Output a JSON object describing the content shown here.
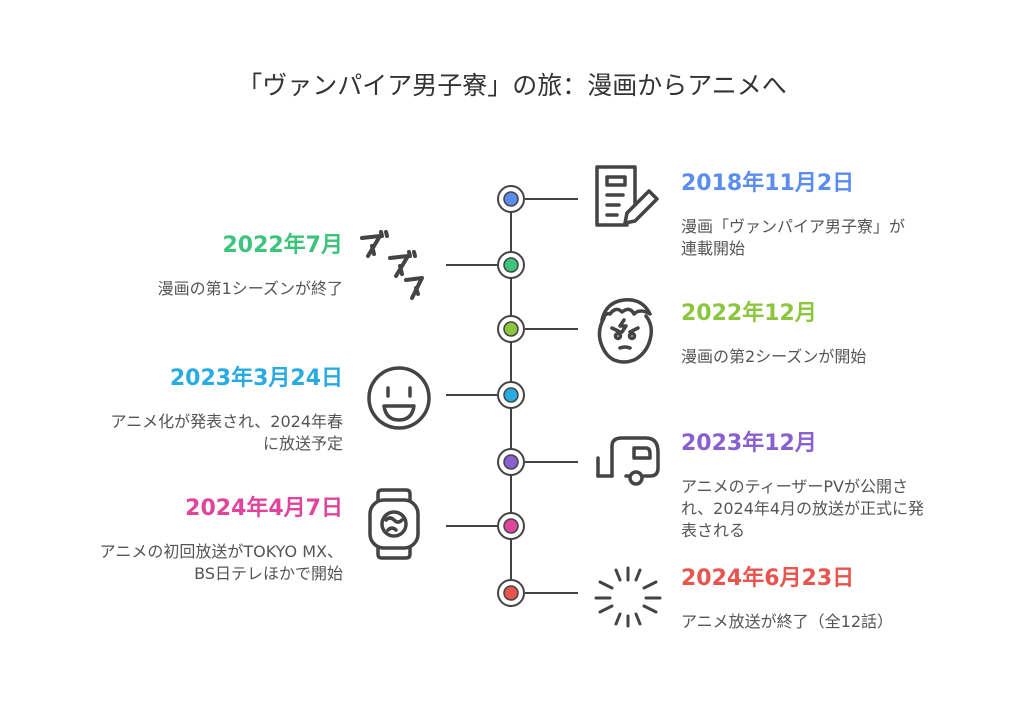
{
  "title": "「ヴァンパイア男子寮」の旅：漫画からアニメへ",
  "colors": {
    "line": "#444444",
    "node_ring": "#444444",
    "icon": "#444444"
  },
  "events": [
    {
      "date": "2018年11月2日",
      "text": "漫画「ヴァンパイア男子寮」が\n連載開始",
      "color": "#5b8def",
      "side": "right",
      "icon": "document-pencil-icon"
    },
    {
      "date": "2022年7月",
      "text": "漫画の第1シーズンが終了",
      "color": "#3cc47c",
      "side": "left",
      "icon": "dododo-sound-effect-icon"
    },
    {
      "date": "2022年12月",
      "text": "漫画の第2シーズンが開始",
      "color": "#8cc63f",
      "side": "right",
      "icon": "anime-face-icon"
    },
    {
      "date": "2023年3月24日",
      "text": "アニメ化が発表され、2024年春\nに放送予定",
      "color": "#29abe2",
      "side": "left",
      "icon": "smiling-face-icon"
    },
    {
      "date": "2023年12月",
      "text": "アニメのティーザーPVが公開さ\nれ、2024年4月の放送が正式に発\n表される",
      "color": "#8860d0",
      "side": "right",
      "icon": "trailer-icon"
    },
    {
      "date": "2024年4月7日",
      "text": "アニメの初回放送がTOKYO MX、\nBS日テレほかで開始",
      "color": "#e0459b",
      "side": "left",
      "icon": "watch-icon"
    },
    {
      "date": "2024年6月23日",
      "text": "アニメ放送が終了（全12話）",
      "color": "#e8544e",
      "side": "right",
      "icon": "burst-icon"
    }
  ]
}
